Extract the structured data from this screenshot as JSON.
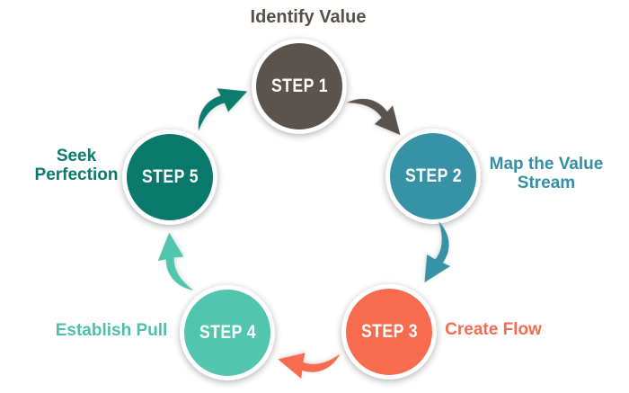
{
  "diagram": {
    "type": "cycle",
    "background": "#ffffff",
    "step_text_color": "#ffffff",
    "steps": [
      {
        "step_label": "STEP 1",
        "caption": "Identify Value",
        "color": "#5b534d",
        "caption_color": "#57504a"
      },
      {
        "step_label": "STEP 2",
        "caption": "Map the Value Stream",
        "color": "#3792a6",
        "caption_color": "#3590a6"
      },
      {
        "step_label": "STEP 3",
        "caption": "Create Flow",
        "color": "#f76c4e",
        "caption_color": "#f76c4e"
      },
      {
        "step_label": "STEP 4",
        "caption": "Establish Pull",
        "color": "#52c5ae",
        "caption_color": "#4fc0a8"
      },
      {
        "step_label": "STEP 5",
        "caption": "Seek Perfection",
        "color": "#08796b",
        "caption_color": "#0b7a6e"
      }
    ],
    "arrows": [
      {
        "from": "STEP 1",
        "to": "STEP 2",
        "color": "#5b534d"
      },
      {
        "from": "STEP 2",
        "to": "STEP 3",
        "color": "#3792a6"
      },
      {
        "from": "STEP 3",
        "to": "STEP 4",
        "color": "#f76c4e"
      },
      {
        "from": "STEP 4",
        "to": "STEP 5",
        "color": "#52c5ae"
      },
      {
        "from": "STEP 5",
        "to": "STEP 1",
        "color": "#0b7c6d"
      }
    ]
  }
}
